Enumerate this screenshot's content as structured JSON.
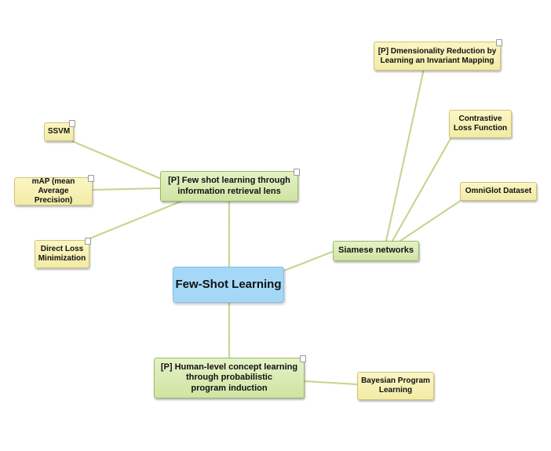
{
  "diagram": {
    "central": {
      "label": "Few-Shot Learning"
    },
    "papers": {
      "fewshot_ir": "[P] Few shot learning through\ninformation retrieval lens",
      "human_level": "[P] Human-level concept learning\nthrough probabilistic\nprogram induction"
    },
    "siamese": {
      "label": "Siamese networks"
    },
    "leaves": {
      "ssvm": "SSVM",
      "map": "mAP (mean\nAverage Precision)",
      "direct_loss": "Direct Loss\nMinimization",
      "dim_reduction": "[P] Dmensionality Reduction by\nLearning an Invariant Mapping",
      "contrastive": "Contrastive\nLoss Function",
      "omniglot": "OmniGlot Dataset",
      "bayesian": "Bayesian Program\nLearning"
    },
    "colors": {
      "central_fill": "#a5d8f7",
      "branch_fill": "#d6e8b0",
      "leaf_fill": "#f6f0b6",
      "connector": "#c5d68e"
    }
  }
}
